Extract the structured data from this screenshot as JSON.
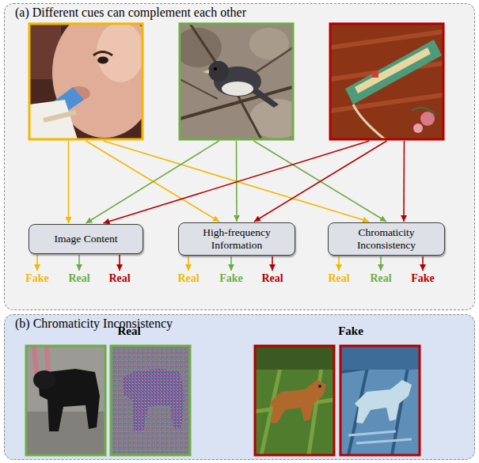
{
  "diagram": {
    "nodes": [
      {
        "text": [
          "(a) Different cues can complement each other"
        ]
      },
      {
        "text": [
          "Image Content"
        ],
        "in": 0
      },
      {
        "text": [
          "High-frequency Information"
        ],
        "in": 0
      },
      {
        "text": [
          "Chromaticity Inconsistency"
        ],
        "in": 0
      },
      {
        "text": [
          "(b) Chromaticity Inconsistency"
        ]
      }
    ],
    "labels": [
      "Fake",
      "Real",
      "Real",
      "Real",
      "Fake",
      "Real",
      "Real",
      "Real",
      "Fake",
      "Real",
      "Fake"
    ]
  }
}
